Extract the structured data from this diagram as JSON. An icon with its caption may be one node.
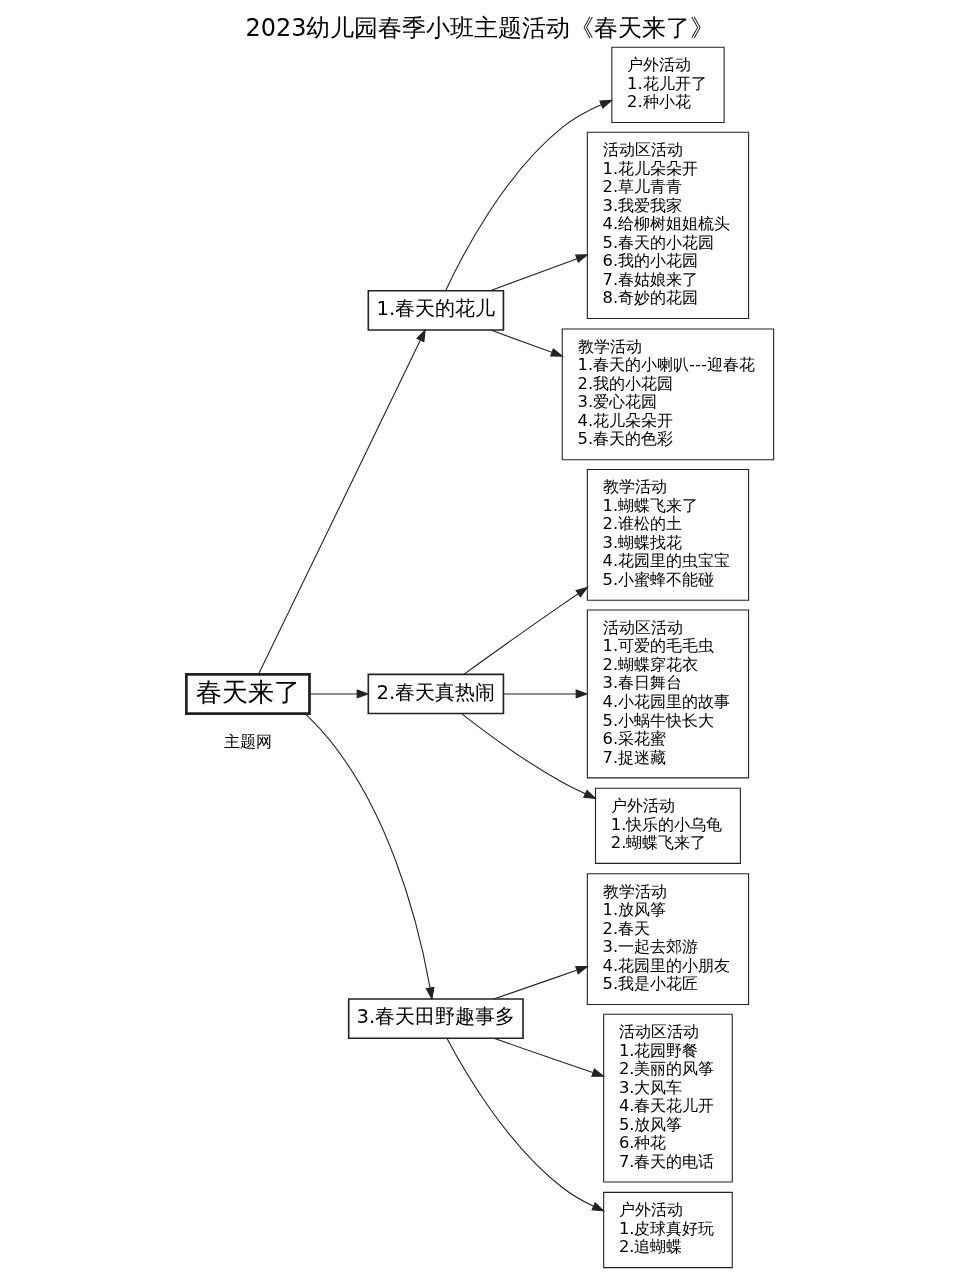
{
  "diagram": {
    "title": "2023幼儿园春季小班主题活动《春天来了》",
    "nodes": [
      {
        "text": [
          "春天来了"
        ]
      },
      {
        "text": [
          "1.春天的花儿"
        ]
      },
      {
        "text": [
          "户外活动",
          "1.花儿开了",
          "2.种小花"
        ]
      },
      {
        "text": [
          "活动区活动",
          "1.花儿朵朵开",
          "2.草儿青青",
          "3.我爱我家",
          "4.给柳树姐姐梳头",
          "5.春天的小花园",
          "6.我的小花园",
          "7.春姑娘来了",
          "8.奇妙的花园"
        ]
      },
      {
        "text": [
          "教学活动",
          "1.春天的小喇叭---迎春花",
          "2.我的小花园",
          "3.爱心花园",
          "4.花儿朵朵开",
          "5.春天的色彩"
        ]
      },
      {
        "text": [
          "2.春天真热闹"
        ]
      },
      {
        "text": [
          "教学活动",
          "1.蝴蝶飞来了",
          "2.谁松的土",
          "3.蝴蝶找花",
          "4.花园里的虫宝宝",
          "5.小蜜蜂不能碰"
        ]
      },
      {
        "text": [
          "活动区活动",
          "1.可爱的毛毛虫",
          "2.蝴蝶穿花衣",
          "3.春日舞台",
          "4.小花园里的故事",
          "5.小蜗牛快长大",
          "6.采花蜜",
          "7.捉迷藏"
        ]
      },
      {
        "text": [
          "户外活动",
          "1.快乐的小乌龟",
          "2.蝴蝶飞来了"
        ]
      },
      {
        "text": [
          "3.春天田野趣事多"
        ]
      },
      {
        "text": [
          "教学活动",
          "1.放风筝",
          "2.春天",
          "3.一起去郊游",
          "4.花园里的小朋友",
          "5.我是小花匠"
        ]
      },
      {
        "text": [
          "活动区活动",
          "1.花园野餐",
          "2.美丽的风筝",
          "3.大风车",
          "4.春天花儿开",
          "5.放风筝",
          "6.种花",
          "7.春天的电话"
        ]
      },
      {
        "text": [
          "户外活动",
          "1.皮球真好玩",
          "2.追蝴蝶"
        ]
      }
    ],
    "edges": [
      {
        "from": 0,
        "to": 1,
        "arrow": "to"
      },
      {
        "from": 0,
        "to": 5,
        "arrow": "to"
      },
      {
        "from": 0,
        "to": 9,
        "arrow": "to"
      },
      {
        "from": 1,
        "to": 2,
        "arrow": "to"
      },
      {
        "from": 1,
        "to": 3,
        "arrow": "to"
      },
      {
        "from": 1,
        "to": 4,
        "arrow": "to"
      },
      {
        "from": 5,
        "to": 6,
        "arrow": "to"
      },
      {
        "from": 5,
        "to": 7,
        "arrow": "to"
      },
      {
        "from": 5,
        "to": 8,
        "arrow": "to"
      },
      {
        "from": 9,
        "to": 10,
        "arrow": "to"
      },
      {
        "from": 9,
        "to": 11,
        "arrow": "to"
      },
      {
        "from": 9,
        "to": 12,
        "arrow": "to"
      }
    ],
    "labels": [
      "主题网"
    ]
  }
}
